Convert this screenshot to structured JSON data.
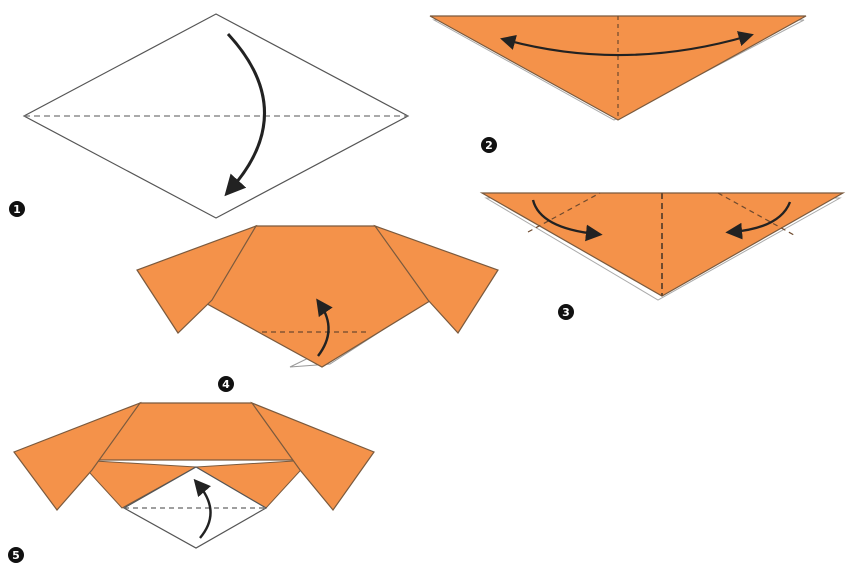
{
  "colors": {
    "paper_orange": "#F4924A",
    "paper_white": "#FFFFFF",
    "edge": "#7A5A3E",
    "fold_line": "#6E4A2E",
    "arrow": "#222222",
    "badge": "#111111"
  },
  "steps": [
    {
      "number": "1",
      "fold_icons": [
        "valley-fold-down-arrow"
      ]
    },
    {
      "number": "2",
      "fold_icons": [
        "double-headed-crease-arrow"
      ]
    },
    {
      "number": "3",
      "fold_icons": [
        "fold-ear-arrow-left",
        "fold-ear-arrow-right"
      ]
    },
    {
      "number": "4",
      "fold_icons": [
        "fold-up-arrow"
      ]
    },
    {
      "number": "5",
      "fold_icons": [
        "fold-up-arrow"
      ]
    }
  ]
}
